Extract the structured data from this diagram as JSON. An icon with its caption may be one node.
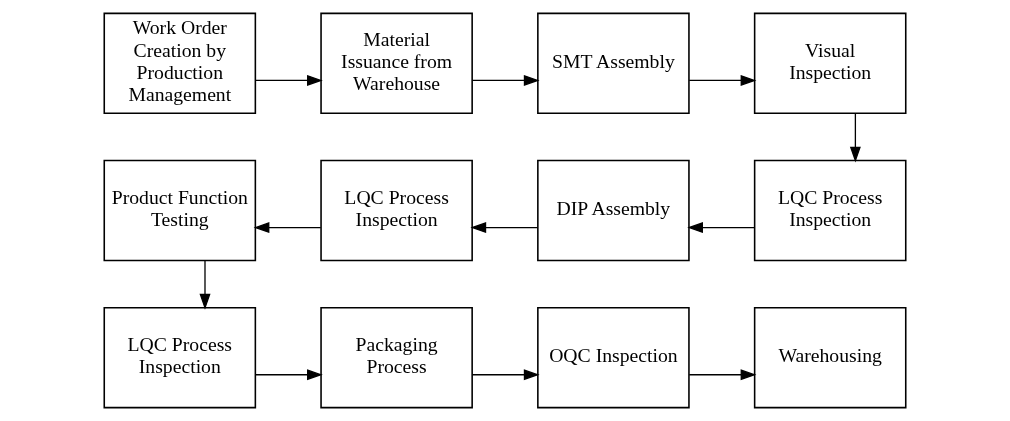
{
  "diagram": {
    "nodes": [
      {
        "text": [
          "Work Order Creation by Production Management"
        ]
      },
      {
        "text": [
          "Material Issuance from Warehouse"
        ]
      },
      {
        "text": [
          "SMT Assembly"
        ]
      },
      {
        "text": [
          "Visual Inspection"
        ]
      },
      {
        "text": [
          "Product Function Testing"
        ]
      },
      {
        "text": [
          "LQC Process Inspection"
        ]
      },
      {
        "text": [
          "DIP Assembly"
        ]
      },
      {
        "text": [
          "LQC Process Inspection"
        ]
      },
      {
        "text": [
          "LQC Process Inspection"
        ]
      },
      {
        "text": [
          "Packaging Process"
        ]
      },
      {
        "text": [
          "OQC Inspection"
        ]
      },
      {
        "text": [
          "Warehousing"
        ]
      }
    ],
    "edges": [
      {
        "from": 0,
        "to": 1,
        "arrow": "to"
      },
      {
        "from": 1,
        "to": 2,
        "arrow": "to"
      },
      {
        "from": 2,
        "to": 3,
        "arrow": "to"
      },
      {
        "from": 3,
        "to": 7,
        "arrow": "to"
      },
      {
        "from": 7,
        "to": 6,
        "arrow": "to"
      },
      {
        "from": 6,
        "to": 5,
        "arrow": "to"
      },
      {
        "from": 5,
        "to": 4,
        "arrow": "to"
      },
      {
        "from": 4,
        "to": 8,
        "arrow": "to"
      },
      {
        "from": 8,
        "to": 9,
        "arrow": "to"
      },
      {
        "from": 9,
        "to": 10,
        "arrow": "to"
      },
      {
        "from": 10,
        "to": 11,
        "arrow": "to"
      }
    ]
  }
}
